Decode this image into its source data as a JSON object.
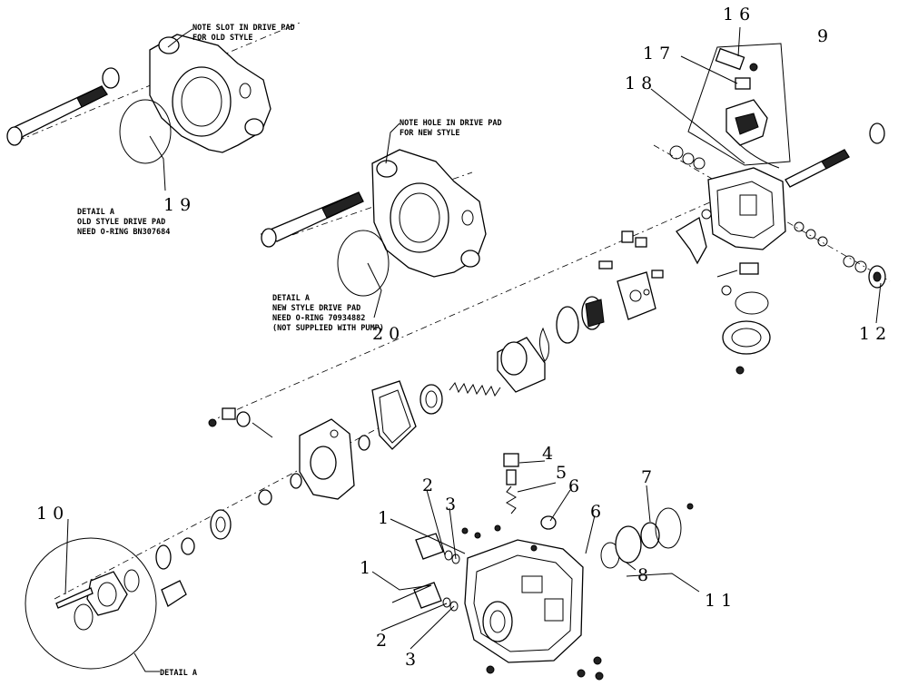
{
  "notes": {
    "old_slot": [
      "NOTE SLOT IN DRIVE PAD",
      "FOR OLD STYLE"
    ],
    "new_hole": [
      "NOTE HOLE IN DRIVE PAD",
      "FOR NEW STYLE"
    ],
    "detail_old": [
      "DETAIL A",
      "OLD STYLE DRIVE PAD",
      "NEED O-RING BN307684"
    ],
    "detail_new": [
      "DETAIL A",
      "NEW STYLE DRIVE PAD",
      "NEED O-RING 70934882",
      "(NOT SUPPLIED WITH PUMP)"
    ],
    "detail_tag": "DETAIL A"
  },
  "callouts": {
    "c1a": "1",
    "c1b": "1",
    "c2a": "2",
    "c2b": "2",
    "c3a": "3",
    "c3b": "3",
    "c4": "4",
    "c5": "5",
    "c6a": "6",
    "c6b": "6",
    "c7": "7",
    "c8": "8",
    "c9": "9",
    "c10": "1 0",
    "c11": "1 1",
    "c12": "1 2",
    "c16": "1 6",
    "c17": "1 7",
    "c18": "1 8",
    "c19": "1 9",
    "c20": "2 0"
  }
}
